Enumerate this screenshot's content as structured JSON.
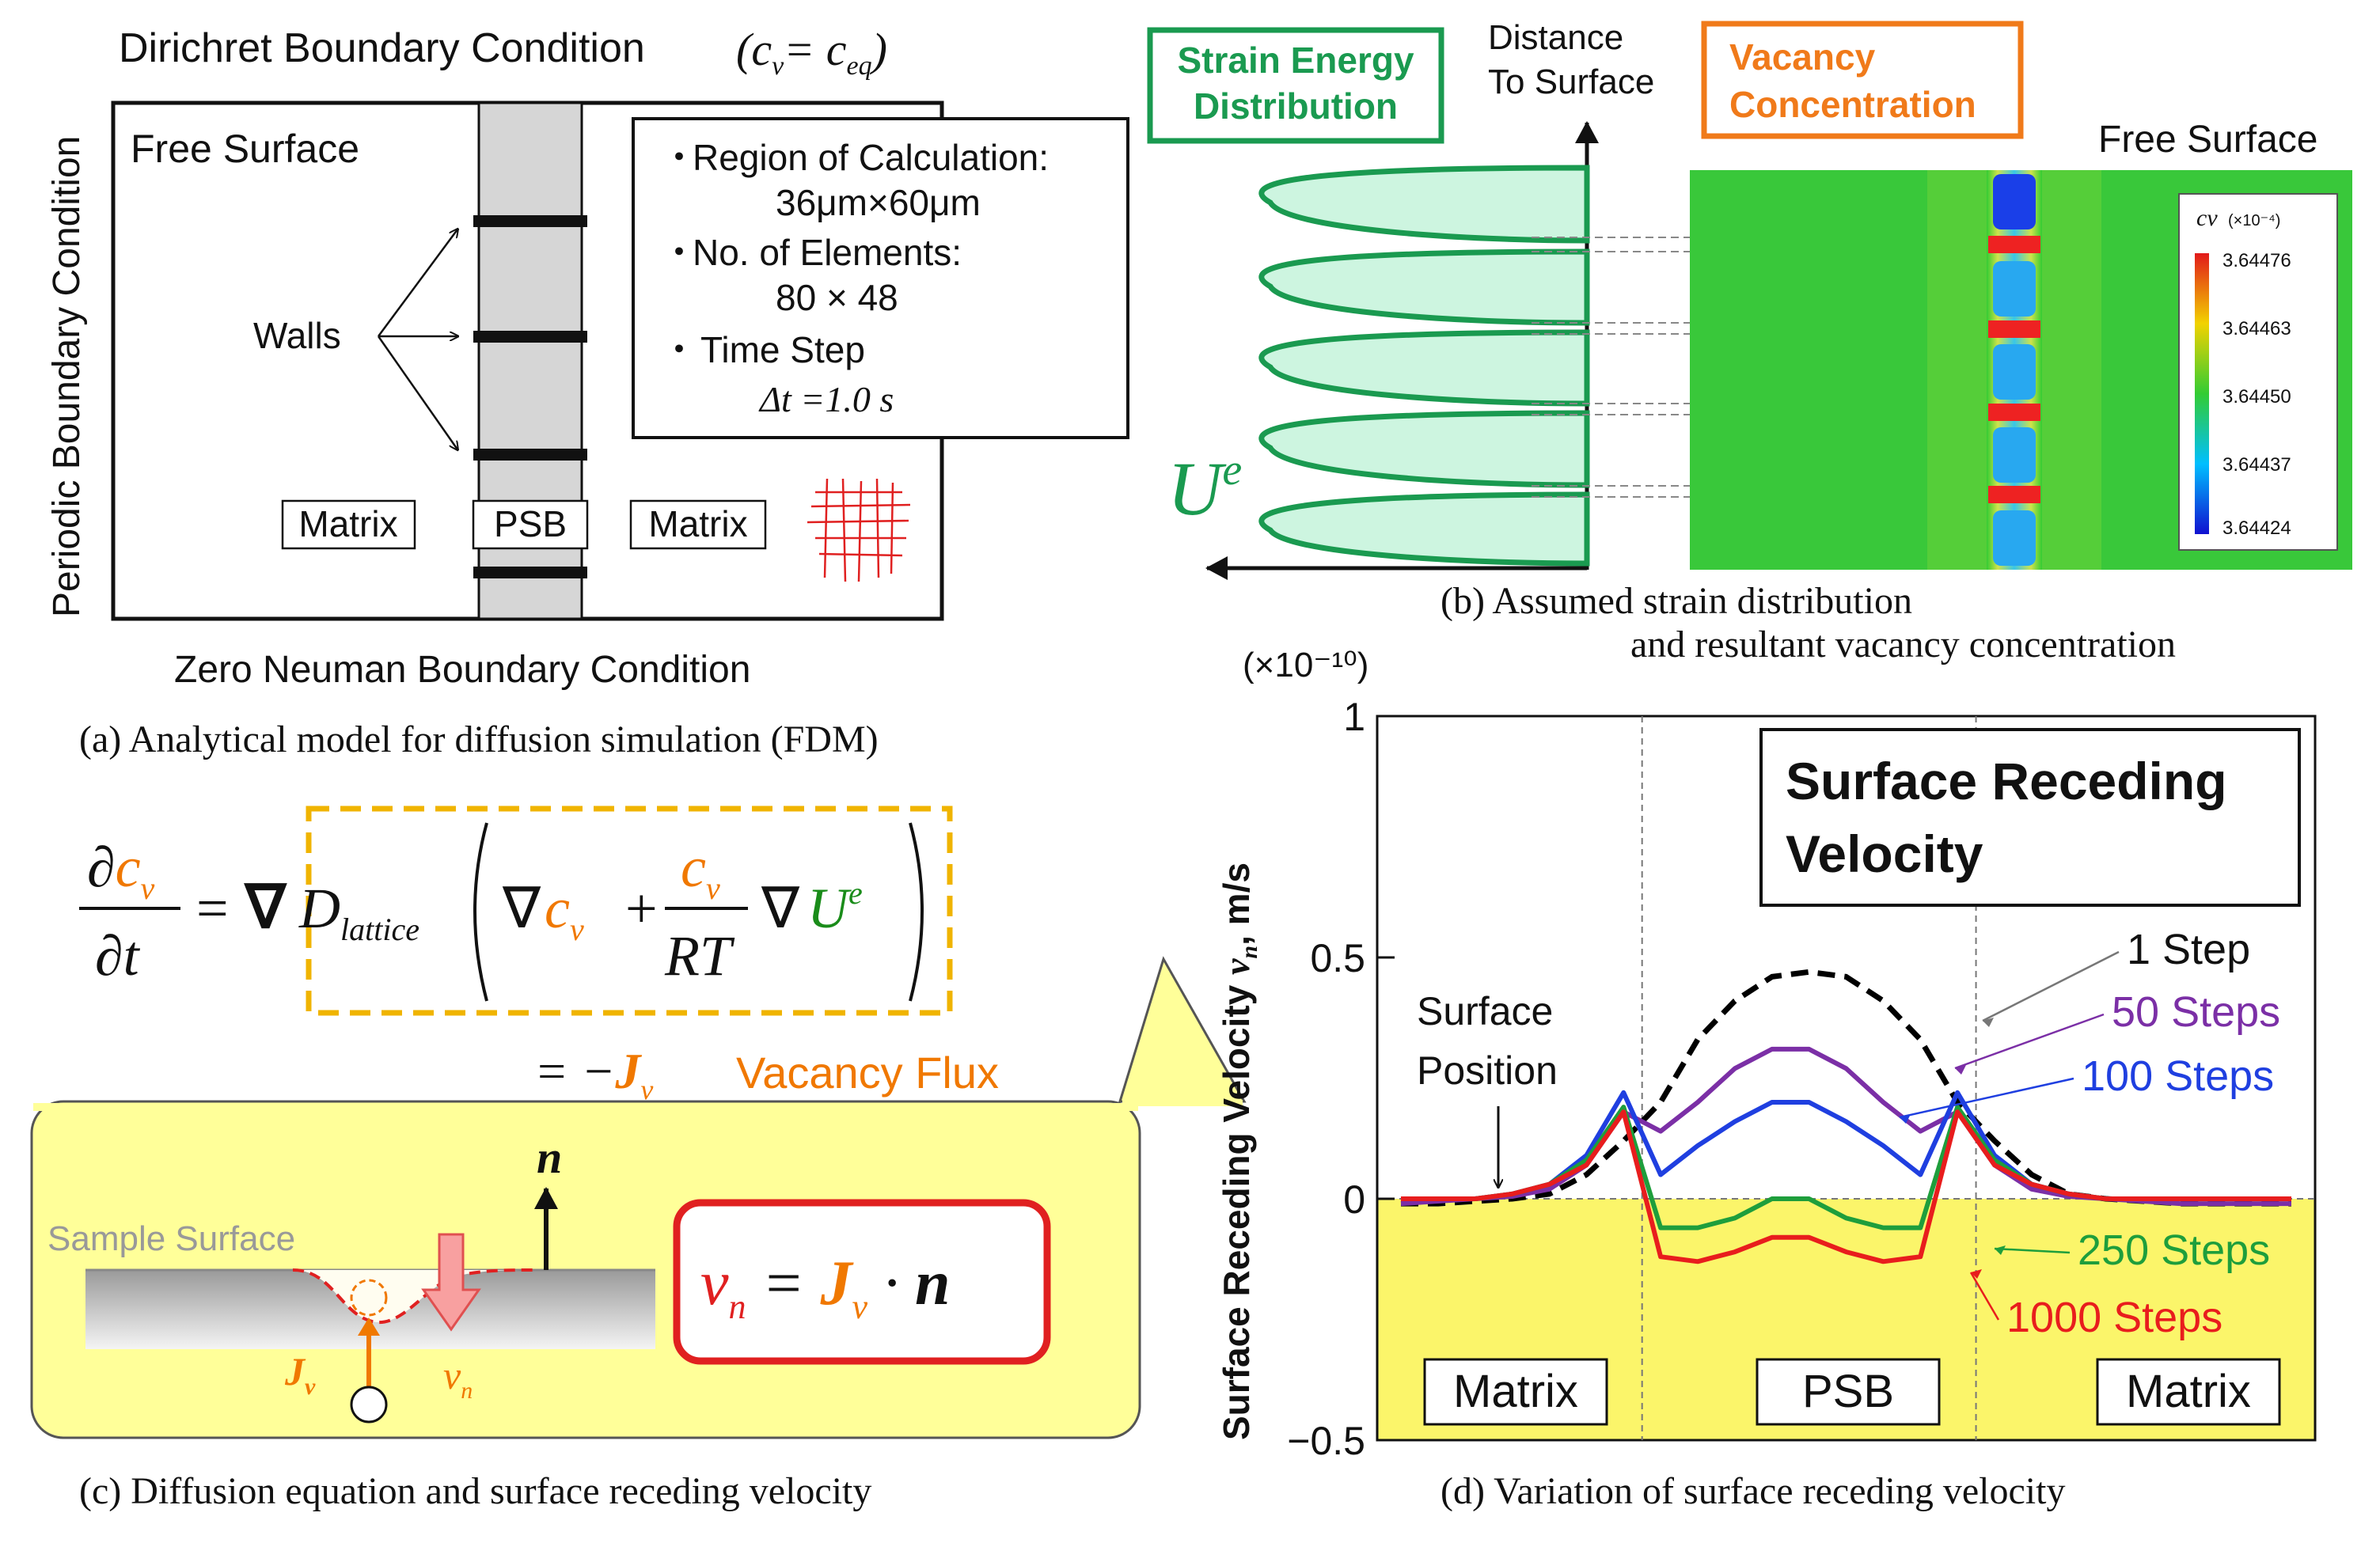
{
  "panel_a": {
    "top_bc": "Dirichret Boundary Condition",
    "top_bc_eq": "(cv = ceq)",
    "left_bc": "Periodic Boundary Condition",
    "bottom_bc": "Zero Neuman Boundary Condition",
    "free_surface": "Free Surface",
    "walls": "Walls",
    "matrix_left": "Matrix",
    "psb": "PSB",
    "matrix_right": "Matrix",
    "info": {
      "line1": "Region of Calculation:",
      "line2": "36μm×60μm",
      "line3": "No. of Elements:",
      "line4": "80 × 48",
      "line5": "Time Step",
      "line6": "Δt =1.0 s"
    },
    "caption": "(a) Analytical  model  for  diffusion  simulation  (FDM)"
  },
  "panel_b": {
    "strain_box": [
      "Strain Energy",
      "Distribution"
    ],
    "distance_label": [
      "Distance",
      "To Surface"
    ],
    "vacancy_box": [
      "Vacancy",
      "Concentration"
    ],
    "free_surface": "Free Surface",
    "ue_label": "Ue",
    "colorbar": {
      "title": "cv",
      "unit": "(×10⁻⁴)",
      "ticks": [
        "3.64476",
        "3.64463",
        "3.64450",
        "3.64437",
        "3.64424"
      ],
      "colors": [
        "#e21a1a",
        "#f2d200",
        "#33cc33",
        "#00bfff",
        "#1010d0"
      ]
    },
    "caption_line1": "(b) Assumed  strain  distribution",
    "caption_line2": "and  resultant  vacancy  concentration"
  },
  "panel_c": {
    "equation_lhs": "∂cv/∂t = ∇Dlattice(∇cv + cv/RT ∇Ue)",
    "flux_eq": "= −Jv",
    "flux_label": "Vacancy Flux",
    "sample_surface": "Sample Surface",
    "n_label": "n",
    "jv_label": "Jv",
    "vn_label": "vn",
    "vn_eq": "vn = Jv · n",
    "caption": "(c) Diffusion  equation  and  surface  receding  velocity",
    "colors": {
      "orange": "#f07800",
      "green": "#1a8c1a",
      "red": "#e02020",
      "callout_bg": "#ffff99"
    }
  },
  "panel_d": {
    "caption": "(d) Variation  of surface  receding  velocity",
    "title_box": [
      "Surface Receding",
      "Velocity"
    ],
    "surface_position": [
      "Surface",
      "Position"
    ],
    "region_labels": [
      "Matrix",
      "PSB",
      "Matrix"
    ]
  },
  "chart_data": {
    "type": "line",
    "title": "Surface Receding Velocity",
    "xlabel": "",
    "ylabel": "Surface Receding Velocity vn, m/s",
    "y_multiplier": "(×10⁻¹⁰)",
    "ylim": [
      -0.5,
      1
    ],
    "yticks": [
      "1",
      "0.5",
      "0",
      "−0.5"
    ],
    "x": [
      0,
      1,
      2,
      3,
      4,
      5,
      6,
      7,
      8,
      9,
      10,
      11,
      12,
      13,
      14,
      15,
      16,
      17,
      18,
      19,
      20,
      21,
      22,
      23,
      24
    ],
    "series": [
      {
        "name": "1 Step",
        "color": "#000000",
        "dash": true,
        "values": [
          -0.01,
          -0.01,
          -0.005,
          0.0,
          0.01,
          0.05,
          0.12,
          0.2,
          0.33,
          0.41,
          0.46,
          0.47,
          0.46,
          0.41,
          0.33,
          0.2,
          0.12,
          0.05,
          0.01,
          0.0,
          -0.005,
          -0.01,
          -0.01,
          -0.01,
          -0.01
        ]
      },
      {
        "name": "50 Steps",
        "color": "#7b2fa6",
        "values": [
          -0.01,
          -0.005,
          0.0,
          0.005,
          0.02,
          0.07,
          0.18,
          0.14,
          0.2,
          0.27,
          0.31,
          0.31,
          0.27,
          0.2,
          0.14,
          0.18,
          0.07,
          0.02,
          0.005,
          0.0,
          -0.005,
          -0.01,
          -0.01,
          -0.01,
          -0.01
        ]
      },
      {
        "name": "100 Steps",
        "color": "#1f3fe0",
        "values": [
          0.0,
          0.0,
          0.0,
          0.01,
          0.03,
          0.09,
          0.22,
          0.05,
          0.11,
          0.16,
          0.2,
          0.2,
          0.16,
          0.11,
          0.05,
          0.22,
          0.09,
          0.03,
          0.01,
          0.0,
          0.0,
          0.0,
          0.0,
          0.0,
          0.0
        ]
      },
      {
        "name": "250 Steps",
        "color": "#1e9e3c",
        "values": [
          0.0,
          0.0,
          0.0,
          0.01,
          0.03,
          0.08,
          0.19,
          -0.06,
          -0.06,
          -0.04,
          0.0,
          0.0,
          -0.04,
          -0.06,
          -0.06,
          0.19,
          0.08,
          0.03,
          0.01,
          0.0,
          0.0,
          0.0,
          0.0,
          0.0,
          0.0
        ]
      },
      {
        "name": "1000 Steps",
        "color": "#e81d1d",
        "values": [
          0.0,
          0.0,
          0.0,
          0.01,
          0.03,
          0.07,
          0.18,
          -0.12,
          -0.13,
          -0.11,
          -0.08,
          -0.08,
          -0.11,
          -0.13,
          -0.12,
          0.18,
          0.07,
          0.03,
          0.01,
          0.0,
          0.0,
          0.0,
          0.0,
          0.0,
          0.0
        ]
      }
    ],
    "legend_placement": "right, with arrows pointing to curves",
    "grid": false
  }
}
